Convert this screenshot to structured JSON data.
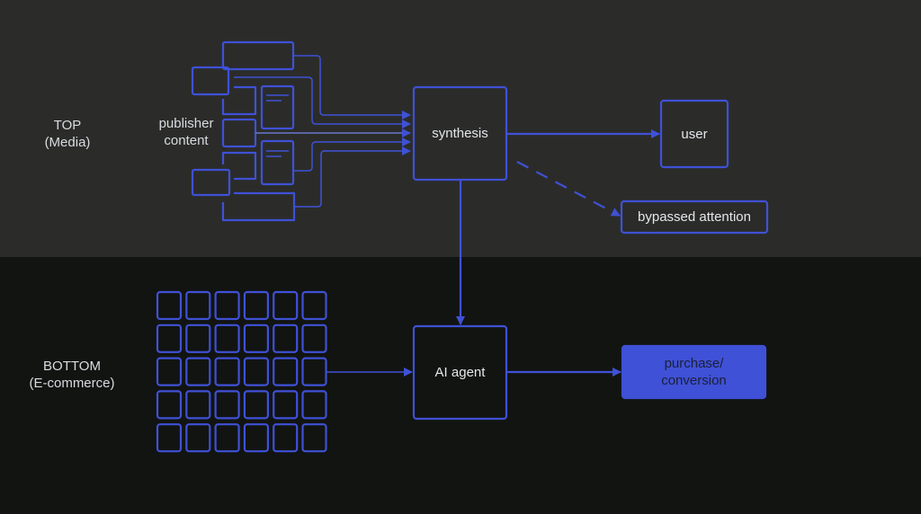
{
  "colors": {
    "top_background": "#2b2c2a",
    "bottom_background": "#121412",
    "accent": "#3f51d6",
    "text": "#e4e6ea",
    "filled_node_text": "#1b1f3a"
  },
  "sections": {
    "top": {
      "title": "TOP",
      "subtitle": "(Media)"
    },
    "bottom": {
      "title": "BOTTOM",
      "subtitle": "(E-commerce)"
    }
  },
  "nodes": {
    "publisher_content": {
      "line1": "publisher",
      "line2": "content"
    },
    "synthesis": "synthesis",
    "user": "user",
    "bypassed_attention": "bypassed attention",
    "ai_agent": "AI agent",
    "purchase": {
      "line1": "purchase/",
      "line2": "conversion"
    }
  },
  "product_grid": {
    "rows": 5,
    "columns": 6
  },
  "edges": [
    {
      "from": "publisher content",
      "to": "synthesis",
      "style": "solid",
      "count": 5
    },
    {
      "from": "synthesis",
      "to": "user",
      "style": "solid"
    },
    {
      "from": "synthesis",
      "to": "bypassed attention",
      "style": "dashed"
    },
    {
      "from": "synthesis",
      "to": "AI agent",
      "style": "solid"
    },
    {
      "from": "product grid",
      "to": "AI agent",
      "style": "solid"
    },
    {
      "from": "AI agent",
      "to": "purchase/conversion",
      "style": "solid"
    }
  ]
}
